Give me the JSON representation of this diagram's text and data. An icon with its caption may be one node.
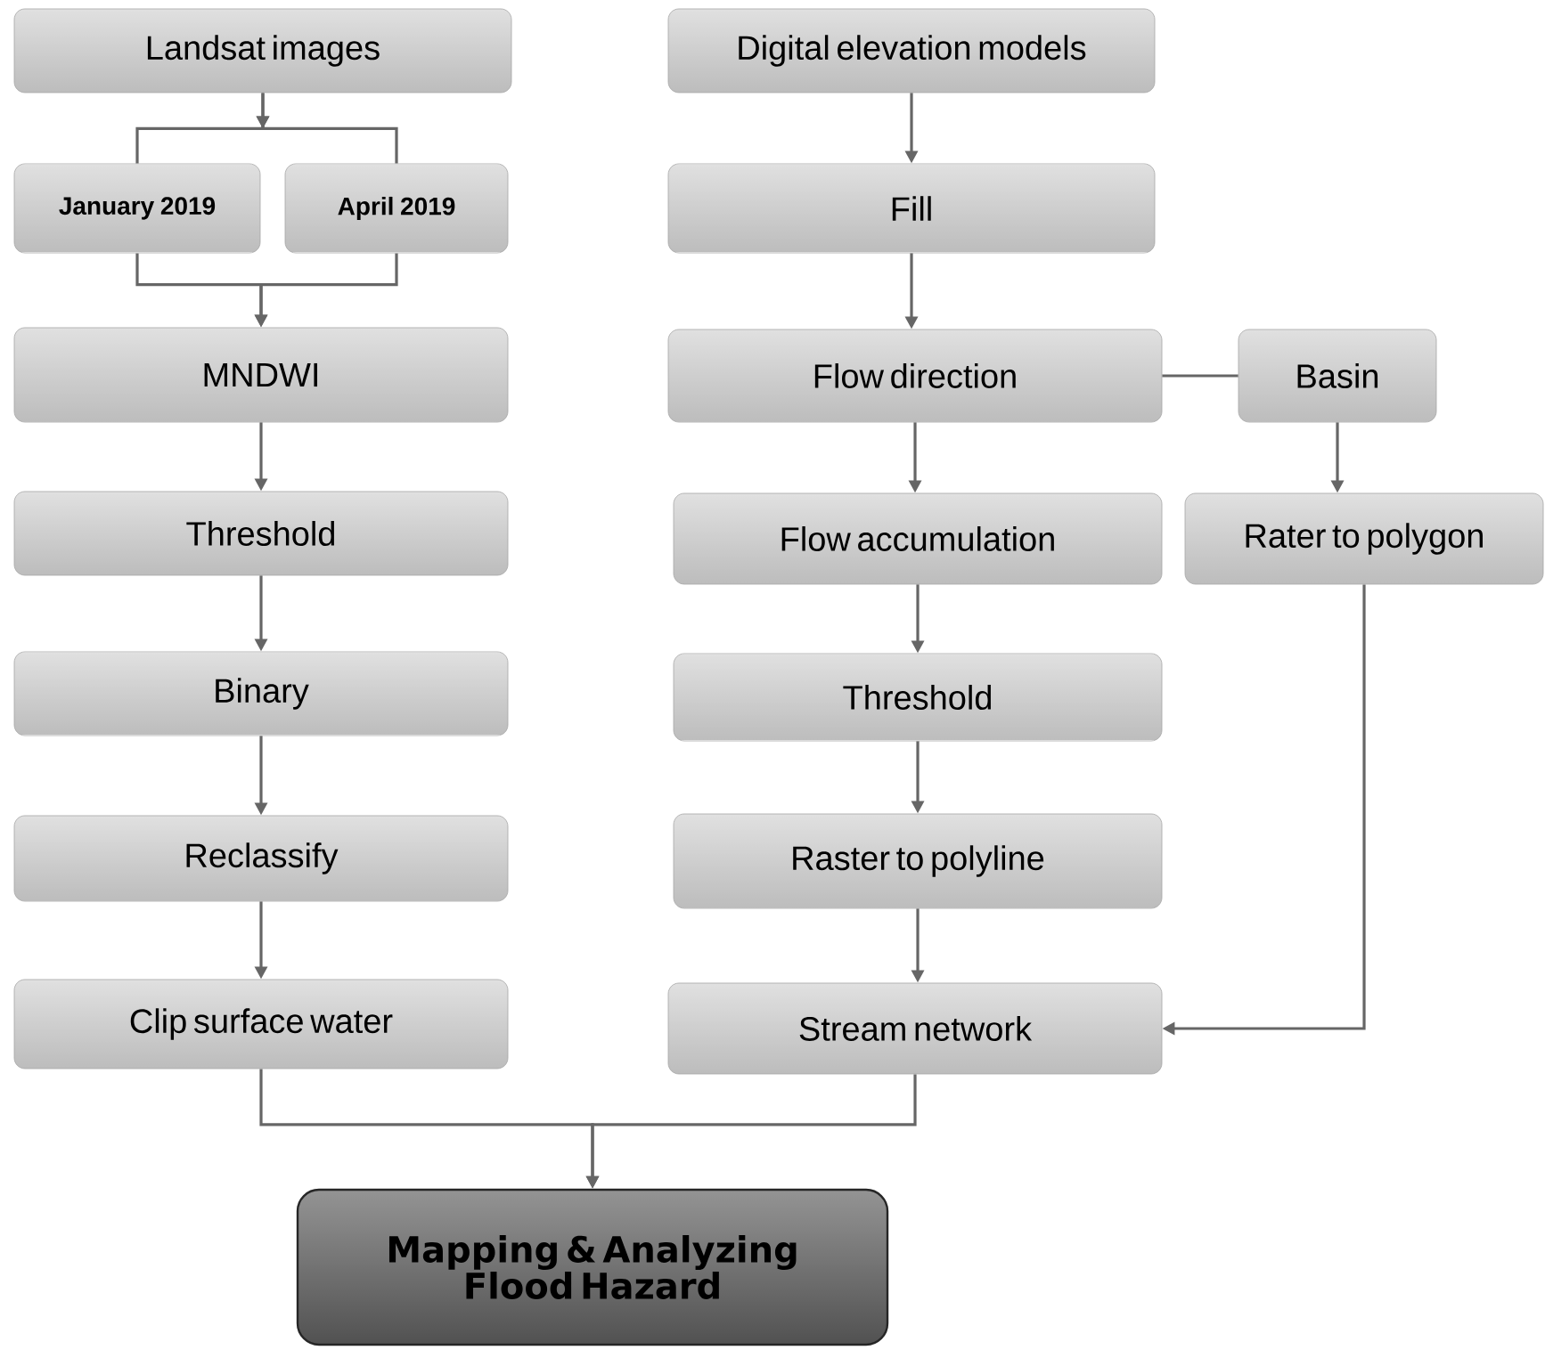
{
  "diagram": {
    "nodes": [
      {
        "text": [
          "Landsat images"
        ]
      },
      {
        "text": [
          "January 2019"
        ]
      },
      {
        "text": [
          "April 2019"
        ]
      },
      {
        "text": [
          "MNDWI"
        ]
      },
      {
        "text": [
          "Threshold"
        ]
      },
      {
        "text": [
          "Binary"
        ]
      },
      {
        "text": [
          "Reclassify"
        ]
      },
      {
        "text": [
          "Clip surface water"
        ]
      },
      {
        "text": [
          "Digital elevation models"
        ]
      },
      {
        "text": [
          "Fill"
        ]
      },
      {
        "text": [
          "Flow direction"
        ]
      },
      {
        "text": [
          "Basin"
        ]
      },
      {
        "text": [
          "Flow accumulation"
        ]
      },
      {
        "text": [
          "Rater to polygon"
        ]
      },
      {
        "text": [
          "Threshold"
        ]
      },
      {
        "text": [
          "Raster to polyline"
        ]
      },
      {
        "text": [
          "Stream network"
        ]
      },
      {
        "text": [
          "Mapping & Analyzing Flood Hazard"
        ]
      }
    ],
    "edges": [
      {
        "from": 0,
        "to": 1,
        "arrow": "to"
      },
      {
        "from": 0,
        "to": 2,
        "arrow": "to"
      },
      {
        "from": 1,
        "to": 3,
        "arrow": "to"
      },
      {
        "from": 2,
        "to": 3,
        "arrow": "to"
      },
      {
        "from": 3,
        "to": 4,
        "arrow": "to"
      },
      {
        "from": 4,
        "to": 5,
        "arrow": "to"
      },
      {
        "from": 5,
        "to": 6,
        "arrow": "to"
      },
      {
        "from": 6,
        "to": 7,
        "arrow": "to"
      },
      {
        "from": 8,
        "to": 9,
        "arrow": "to"
      },
      {
        "from": 9,
        "to": 10,
        "arrow": "to"
      },
      {
        "from": 10,
        "to": 11,
        "arrow": "none"
      },
      {
        "from": 10,
        "to": 12,
        "arrow": "to"
      },
      {
        "from": 11,
        "to": 13,
        "arrow": "to"
      },
      {
        "from": 12,
        "to": 14,
        "arrow": "to"
      },
      {
        "from": 14,
        "to": 15,
        "arrow": "to"
      },
      {
        "from": 15,
        "to": 16,
        "arrow": "to"
      },
      {
        "from": 13,
        "to": 16,
        "arrow": "to"
      },
      {
        "from": 7,
        "to": 17,
        "arrow": "to"
      },
      {
        "from": 16,
        "to": 17,
        "arrow": "to"
      }
    ]
  }
}
